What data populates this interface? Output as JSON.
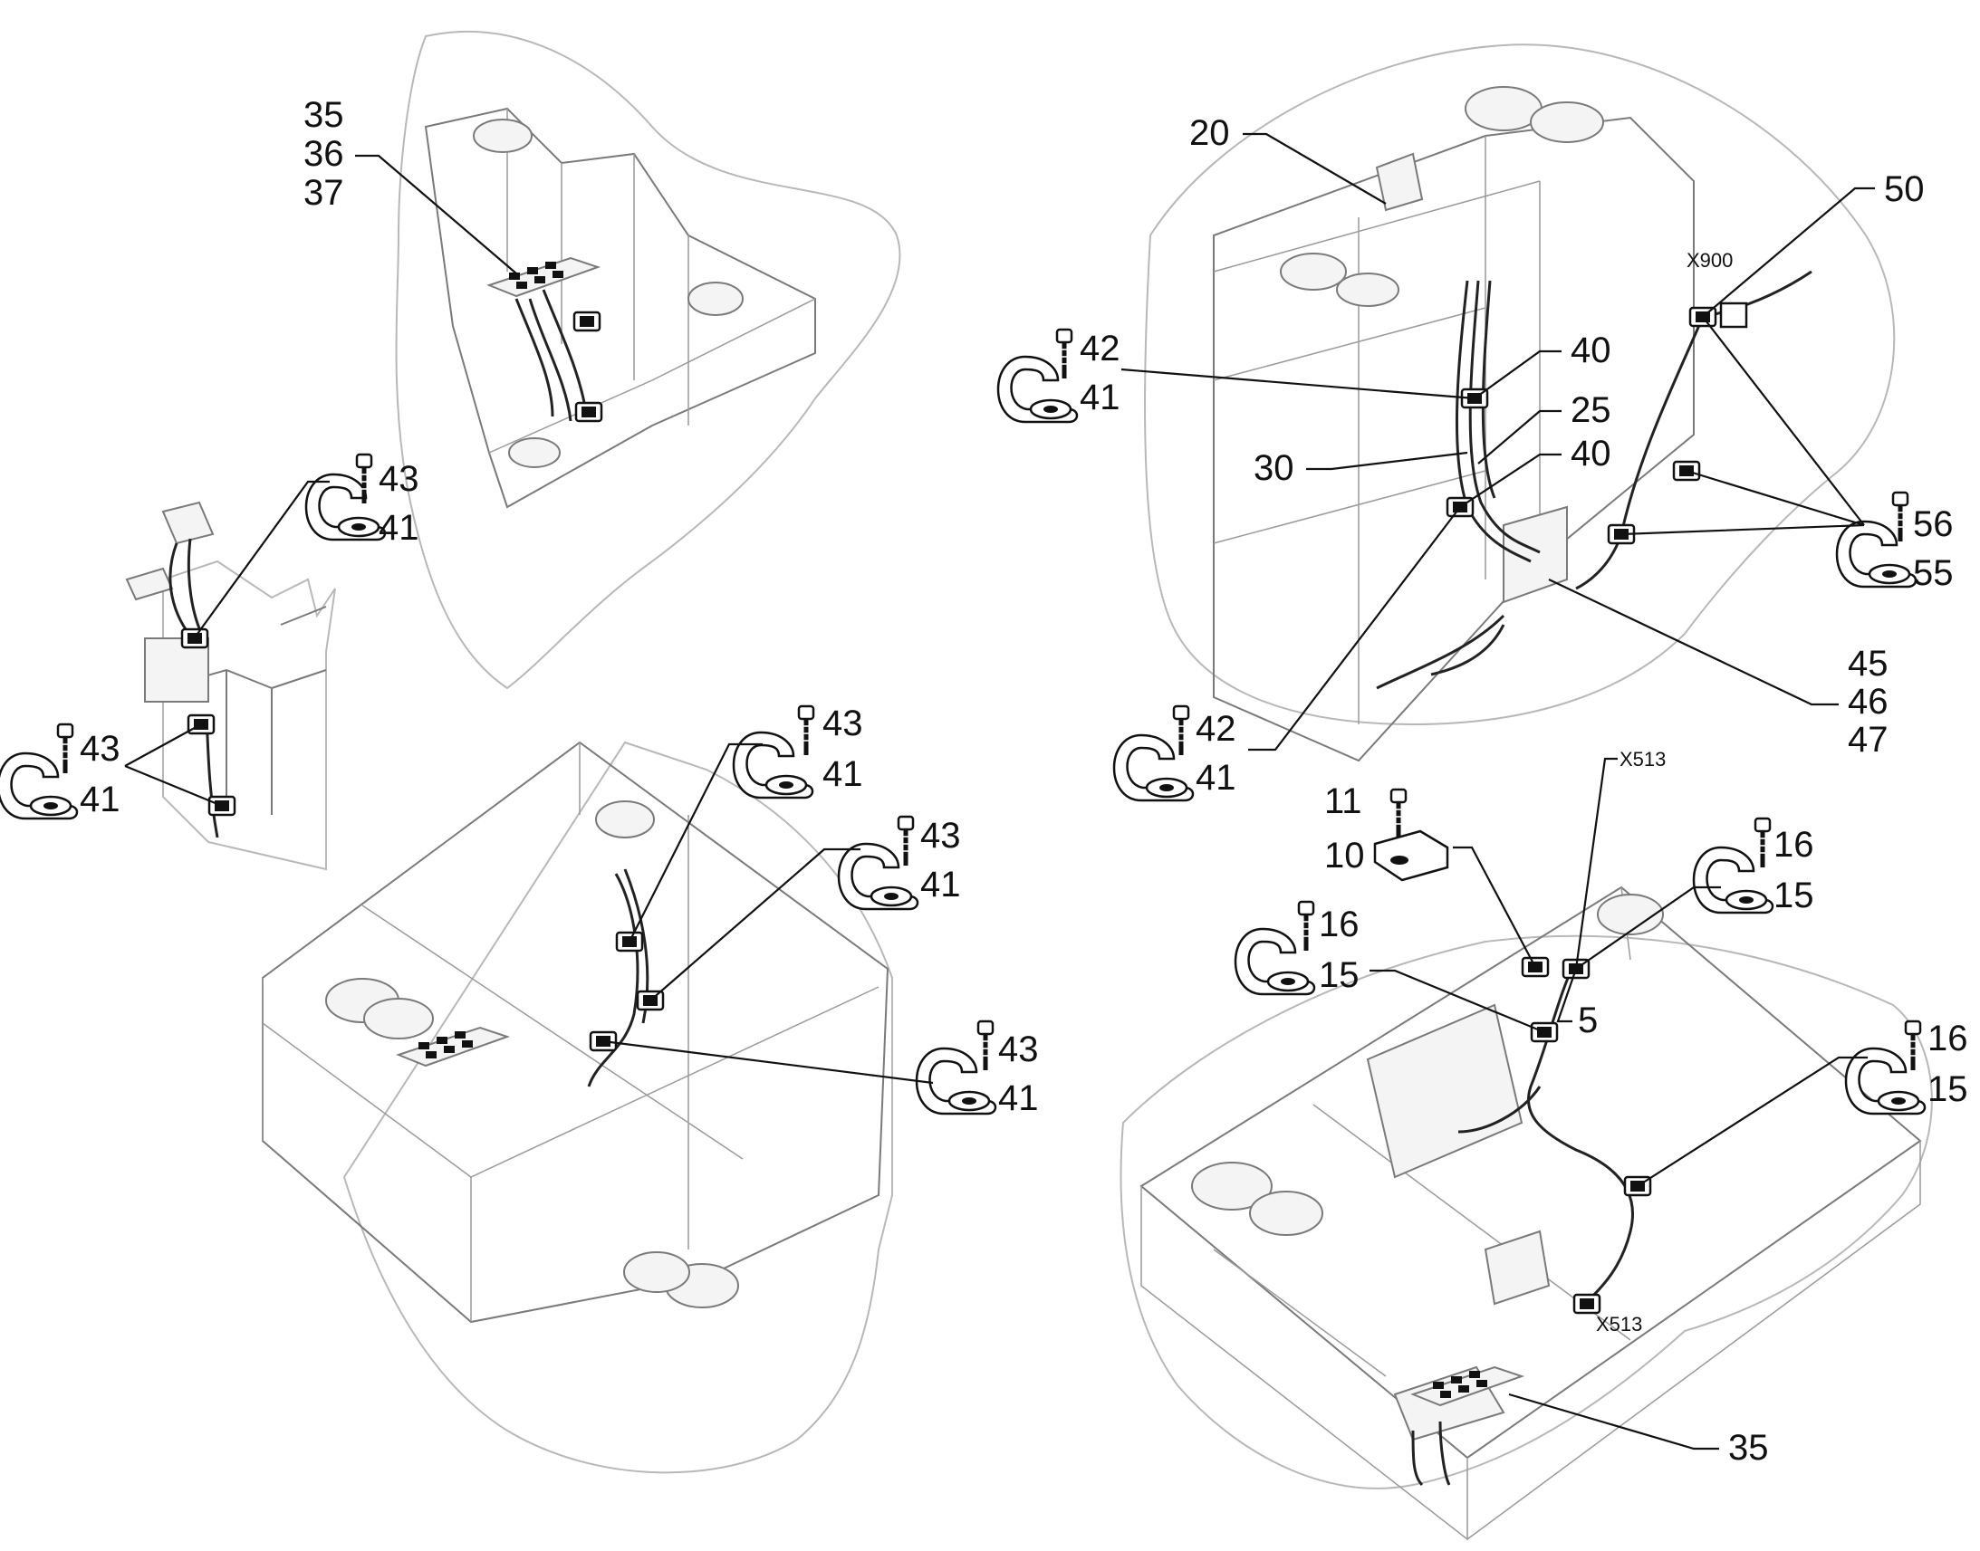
{
  "callouts": {
    "v1_35": "35",
    "v1_36": "36",
    "v1_37": "37",
    "v2_43": "43",
    "v2_41": "41",
    "v2b_43": "43",
    "v2b_41": "41",
    "v3_43a": "43",
    "v3_41a": "41",
    "v3_43b": "43",
    "v3_41b": "41",
    "v3_43c": "43",
    "v3_41c": "41",
    "v4_20": "20",
    "v4_42a": "42",
    "v4_41a": "41",
    "v4_40a": "40",
    "v4_25": "25",
    "v4_30": "30",
    "v4_40b": "40",
    "v4_50": "50",
    "v4_56": "56",
    "v4_55": "55",
    "v4_45": "45",
    "v4_46": "46",
    "v4_47": "47",
    "v4_42b": "42",
    "v4_41b": "41",
    "v5_11": "11",
    "v5_10": "10",
    "v5_16a": "16",
    "v5_15a": "15",
    "v5_16b": "16",
    "v5_15b": "15",
    "v5_5": "5",
    "v5_16c": "16",
    "v5_15c": "15",
    "v5_35": "35"
  },
  "connectors": {
    "x900": "X900",
    "x513_top": "X513",
    "x513_bottom": "X513"
  }
}
